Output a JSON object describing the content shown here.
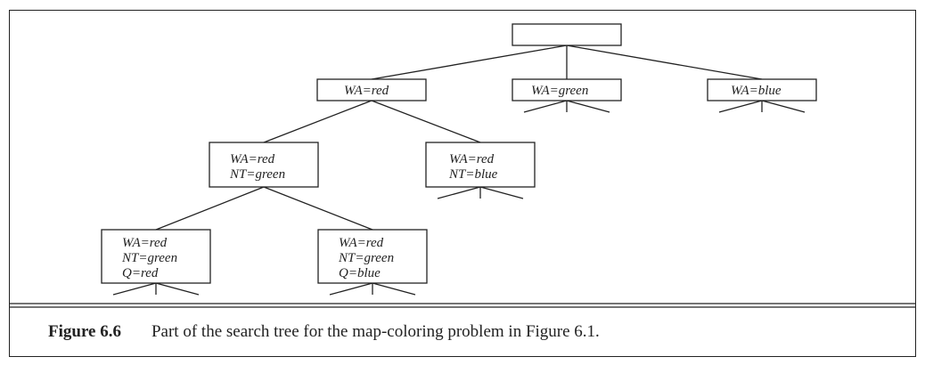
{
  "figure": {
    "label": "Figure 6.6",
    "caption": "Part of the search tree for the map-coloring problem in Figure 6.1."
  },
  "tree": {
    "root": {
      "lines": []
    },
    "level1": [
      {
        "lines": [
          "WA=red"
        ]
      },
      {
        "lines": [
          "WA=green"
        ]
      },
      {
        "lines": [
          "WA=blue"
        ]
      }
    ],
    "level2": [
      {
        "lines": [
          "WA=red",
          "NT=green"
        ]
      },
      {
        "lines": [
          "WA=red",
          "NT=blue"
        ]
      }
    ],
    "level3": [
      {
        "lines": [
          "WA=red",
          "NT=green",
          "Q=red"
        ]
      },
      {
        "lines": [
          "WA=red",
          "NT=green",
          "Q=blue"
        ]
      }
    ]
  }
}
